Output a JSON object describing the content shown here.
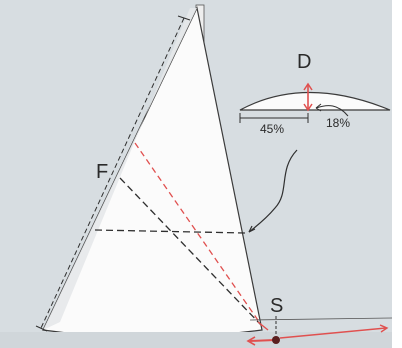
{
  "labels": {
    "draft": "D",
    "foot_pct": "45%",
    "depth_pct": "18%",
    "luff_point": "F",
    "tack_point": "S"
  },
  "colors": {
    "background": "#d7dde1",
    "sail": "#fbfbfb",
    "mast": "#eeeeee",
    "stroke": "#3b3b3b",
    "dashed": "#2f2f2f",
    "red": "#e0504f",
    "tack_dot": "#5a1f1f"
  }
}
